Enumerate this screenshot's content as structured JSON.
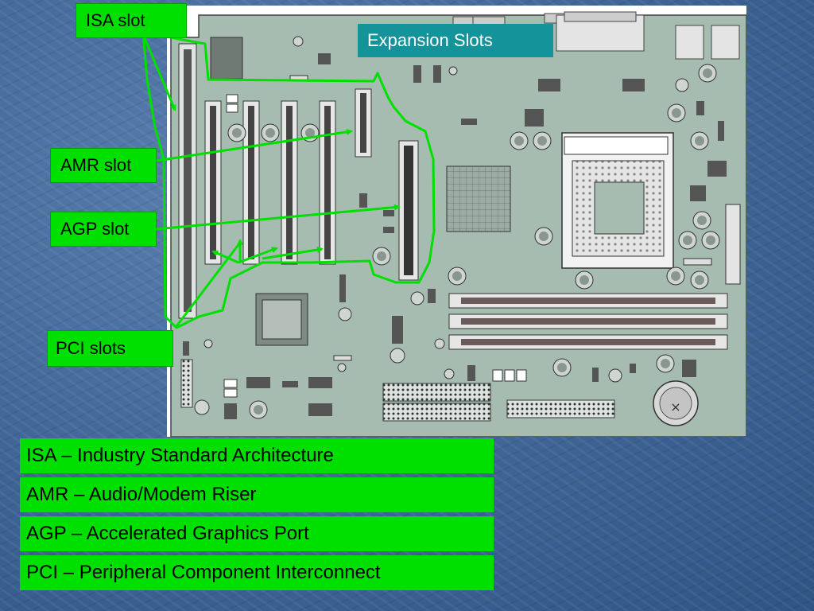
{
  "callouts": {
    "isa": "ISA slot",
    "amr": "AMR slot",
    "agp": "AGP slot",
    "pci": "PCI slots",
    "expansion": "Expansion Slots"
  },
  "definitions": [
    "ISA – Industry Standard Architecture",
    "AMR – Audio/Modem Riser",
    "AGP – Accelerated Graphics Port",
    "PCI – Peripheral Component Interconnect"
  ],
  "colors": {
    "background": "#3f6596",
    "board": "#a6bcb0",
    "callout": "#00e000",
    "expansion_label": "#15939b"
  }
}
